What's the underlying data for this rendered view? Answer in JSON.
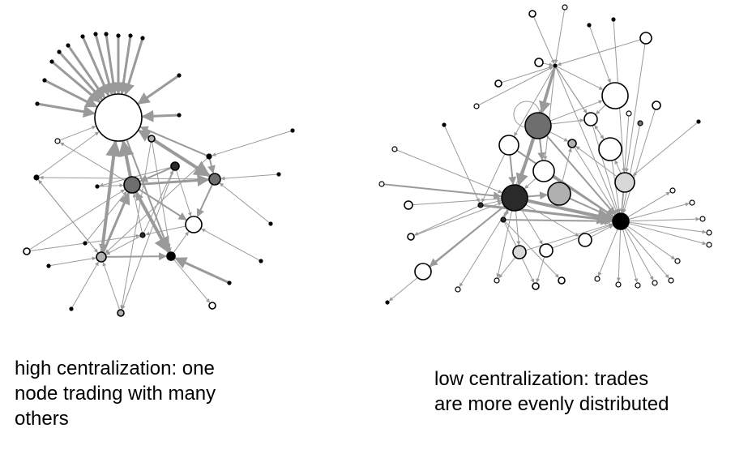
{
  "left_panel": {
    "caption_lines": [
      "high centralization: one",
      "node trading with many",
      "others"
    ]
  },
  "right_panel": {
    "caption_lines": [
      "low centralization: trades",
      "are more evenly distributed"
    ]
  },
  "colors": {
    "edge": "#9a9a9a",
    "node_stroke": "#000000",
    "white": "#ffffff",
    "light_gray": "#d8d8d8",
    "mid_gray": "#b0b0b0",
    "dark_gray": "#6e6e6e",
    "darker": "#2a2a2a",
    "black": "#000000"
  }
}
